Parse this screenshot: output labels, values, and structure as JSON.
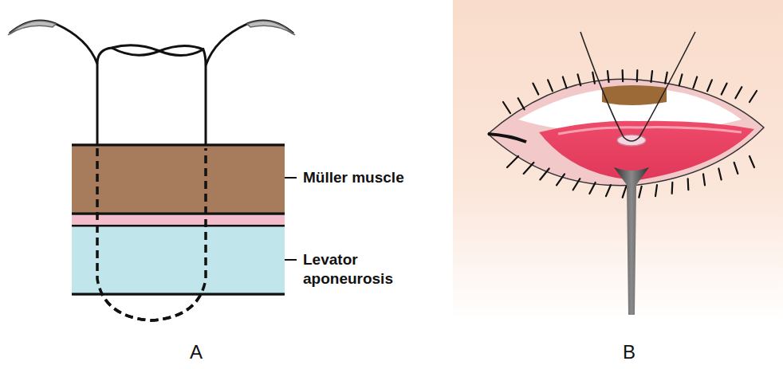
{
  "diagram": {
    "nodes": [
      {
        "text": [
          "Müller muscle"
        ]
      },
      {
        "text": [
          "Levator aponeurosis"
        ]
      }
    ],
    "labels": [
      "A",
      "B"
    ]
  }
}
